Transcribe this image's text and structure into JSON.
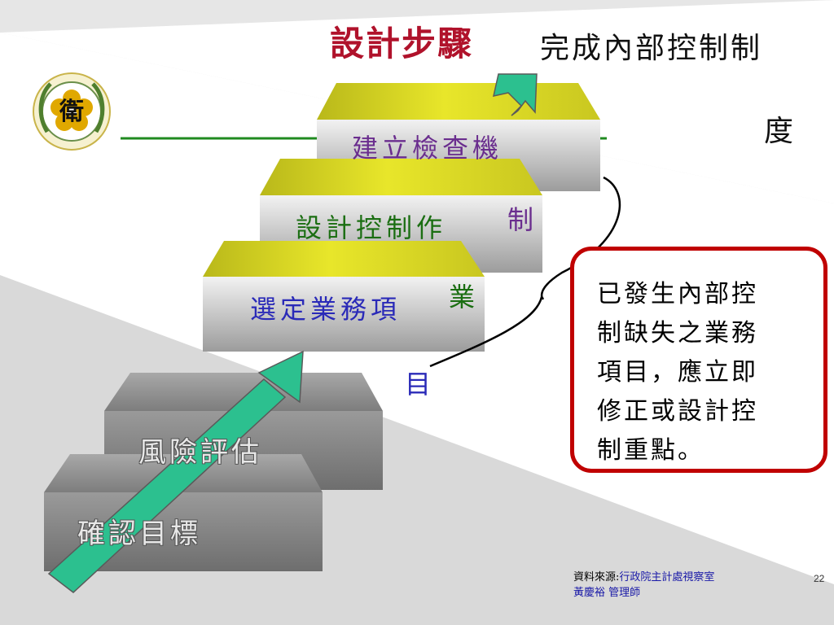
{
  "title": "設計步驟",
  "goal": {
    "line1": "完成內部控制制",
    "line2": "度"
  },
  "steps": [
    {
      "label": "建立檢查機",
      "tail": "制",
      "color": "#6a2d8e"
    },
    {
      "label": "設計控制作",
      "tail": "業",
      "color": "#1b6e12"
    },
    {
      "label": "選定業務項",
      "tail": "目",
      "color": "#2a2ab8"
    }
  ],
  "done_steps": [
    {
      "label": "風險評估"
    },
    {
      "label": "確認目標"
    }
  ],
  "callout": {
    "lines": [
      "已發生內部控",
      "制缺失之業務",
      "項目，應立即",
      "修正或設計控",
      "制重點。"
    ]
  },
  "source": {
    "label": "資料來源:",
    "org": "行政院主計處視察室",
    "author": "黃慶裕 管理師"
  },
  "page_number": "22",
  "colors": {
    "title": "#b0122b",
    "callout_border": "#c00000",
    "arrow": "#2cc08f",
    "step_top": "#d4d21a",
    "rule": "#1f8a1f"
  }
}
